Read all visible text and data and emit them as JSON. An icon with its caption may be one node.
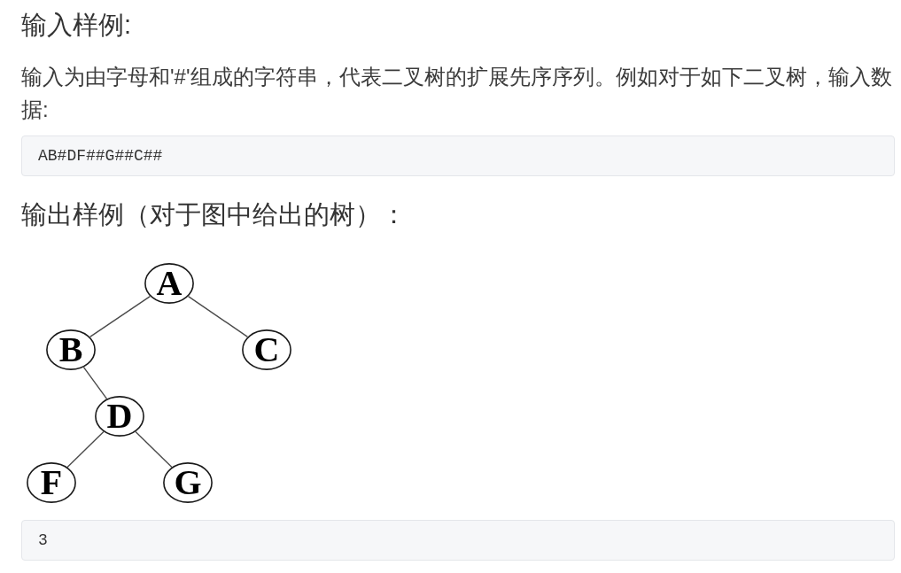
{
  "diagram": {
    "nodes": [
      {
        "text": [
          "AB#DF##G##C##"
        ]
      },
      {
        "text": [
          "A"
        ]
      },
      {
        "text": [
          "B"
        ]
      },
      {
        "text": [
          "C"
        ]
      },
      {
        "text": [
          "D"
        ]
      },
      {
        "text": [
          "F"
        ]
      },
      {
        "text": [
          "G"
        ]
      },
      {
        "text": [
          "3"
        ]
      }
    ],
    "edges": [
      {
        "from": 1,
        "to": 2,
        "arrow": "none"
      },
      {
        "from": 1,
        "to": 3,
        "arrow": "none"
      },
      {
        "from": 2,
        "to": 4,
        "arrow": "none"
      },
      {
        "from": 4,
        "to": 5,
        "arrow": "none"
      },
      {
        "from": 4,
        "to": 6,
        "arrow": "none"
      }
    ],
    "labels": [
      "输入样例:",
      "输入为由字母和'#'组成的字符串，代表二叉树的扩展先序序列。例如对于如下二叉树，输入数据:",
      "输出样例（对于图中给出的树）："
    ]
  }
}
